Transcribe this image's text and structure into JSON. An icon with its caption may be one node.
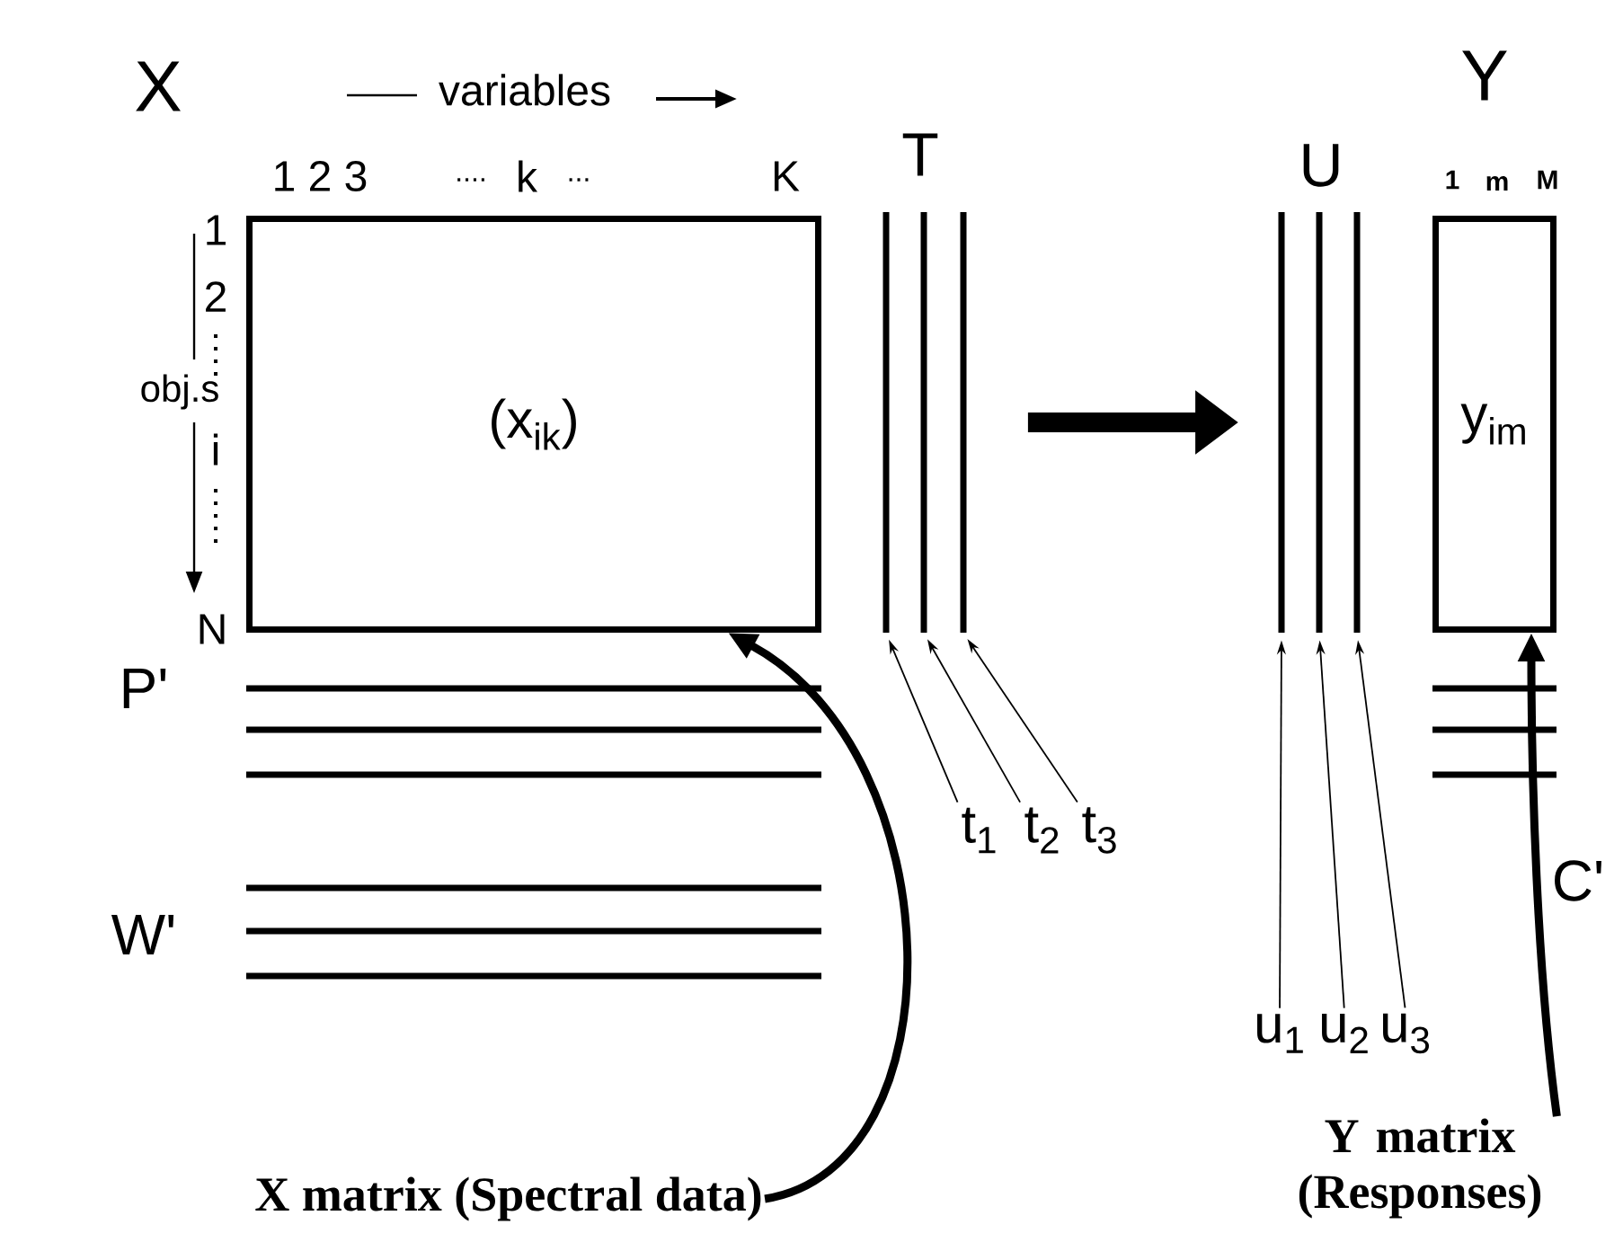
{
  "diagram": {
    "nodes": [
      {
        "text": [
          "(x$_{ik}$)"
        ]
      },
      {
        "text": [],
        "shape": "bar"
      },
      {
        "text": [],
        "shape": "bar"
      },
      {
        "text": [],
        "shape": "bar"
      },
      {
        "text": [],
        "shape": "bar"
      },
      {
        "text": [],
        "shape": "bar"
      },
      {
        "text": [],
        "shape": "bar"
      },
      {
        "text": [
          "y$_{im}$"
        ]
      },
      {
        "text": [
          "t$_{1}$"
        ]
      },
      {
        "text": [
          "t$_{2}$"
        ]
      },
      {
        "text": [
          "t$_{3}$"
        ]
      },
      {
        "text": [
          "u$_{1}$"
        ]
      },
      {
        "text": [
          "u$_{2}$"
        ]
      },
      {
        "text": [
          "u$_{3}$"
        ]
      },
      {
        "text": [
          "X matrix (Spectral data)"
        ]
      },
      {
        "text": [
          "Y matrix (Responses)"
        ]
      }
    ],
    "edges": [
      {
        "from": 8,
        "to": 1,
        "arrow": "to"
      },
      {
        "from": 9,
        "to": 2,
        "arrow": "to"
      },
      {
        "from": 10,
        "to": 3,
        "arrow": "to"
      },
      {
        "from": 11,
        "to": 4,
        "arrow": "to"
      },
      {
        "from": 12,
        "to": 5,
        "arrow": "to"
      },
      {
        "from": 13,
        "to": 6,
        "arrow": "to"
      },
      {
        "from": 3,
        "to": 4,
        "arrow": "to",
        "style": "thick"
      },
      {
        "from": 14,
        "to": 0,
        "arrow": "to",
        "style": "thick"
      },
      {
        "from": 15,
        "to": 7,
        "arrow": "to",
        "style": "thick"
      }
    ],
    "labels": [
      "X",
      "variables",
      "1 2 3",
      "....",
      "k",
      "...",
      "K",
      "T",
      "U",
      "Y",
      "1",
      "m",
      "M",
      "1",
      "2",
      "obj.s",
      "i",
      "N",
      "P'",
      "W'",
      "C'"
    ]
  }
}
